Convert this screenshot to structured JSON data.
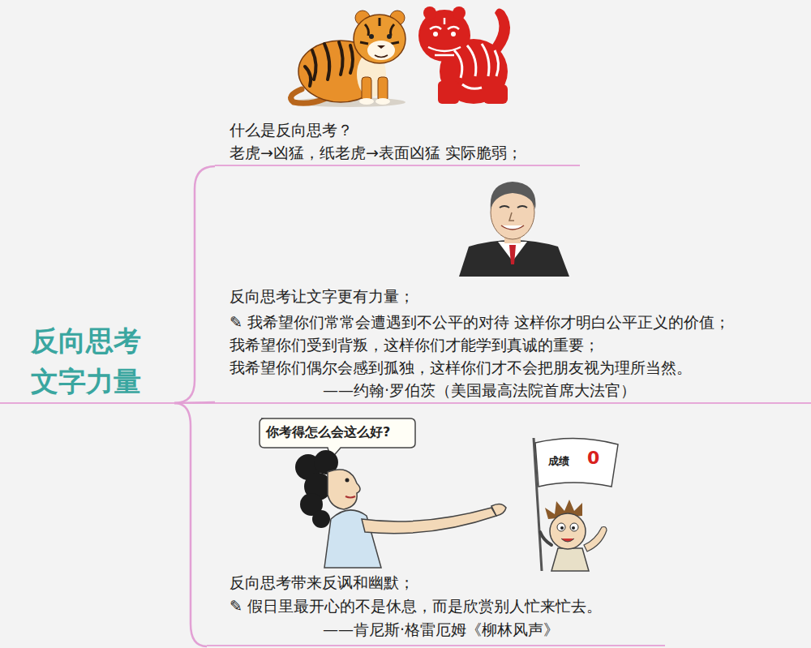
{
  "diagram": {
    "nodes": [
      {
        "text": [
          "反向思考 文字力量"
        ]
      },
      {
        "text": [
          "什么是反向思考？",
          "老虎→凶猛，纸老虎→表面凶猛 实际脆弱；"
        ]
      },
      {
        "text": [
          "反向思考让文字更有力量；",
          "✎ 我希望你们常常会遭遇到不公平的对待 这样你才明白公平正义的价值；",
          "我希望你们受到背叛，这样你们才能学到真诚的重要；",
          "我希望你们偶尔会感到孤独，这样你们才不会把朋友视为理所当然。",
          "——约翰·罗伯茨（美国最高法院首席大法官）"
        ]
      },
      {
        "text": [
          "反向思考带来反讽和幽默；",
          "✎ 假日里最开心的不是休息，而是欣赏别人忙来忙去。",
          "——肯尼斯·格雷厄姆《柳林风声》"
        ]
      }
    ],
    "edges": [
      {
        "from": 0,
        "to": 1,
        "arrow": "none"
      },
      {
        "from": 0,
        "to": 2,
        "arrow": "none"
      },
      {
        "from": 0,
        "to": 3,
        "arrow": "none"
      }
    ],
    "labels": [
      "你考得怎么会这么好?",
      "成绩",
      "0"
    ]
  }
}
